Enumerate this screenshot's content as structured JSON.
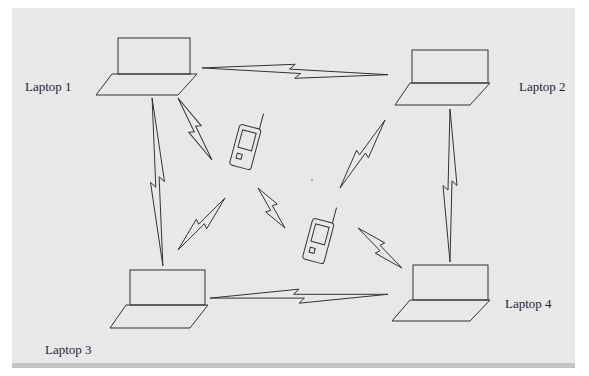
{
  "diagram": {
    "nodes": [
      {
        "text": [
          "Laptop 1"
        ]
      },
      {
        "text": [
          "Laptop 2"
        ]
      },
      {
        "text": [
          "Laptop 3"
        ]
      },
      {
        "text": [
          "Laptop 4"
        ]
      }
    ],
    "edges": [
      {
        "from": 0,
        "to": 1,
        "arrow": "none"
      },
      {
        "from": 0,
        "to": 2,
        "arrow": "none"
      },
      {
        "from": 1,
        "to": 3,
        "arrow": "none"
      },
      {
        "from": 2,
        "to": 3,
        "arrow": "none"
      }
    ]
  }
}
